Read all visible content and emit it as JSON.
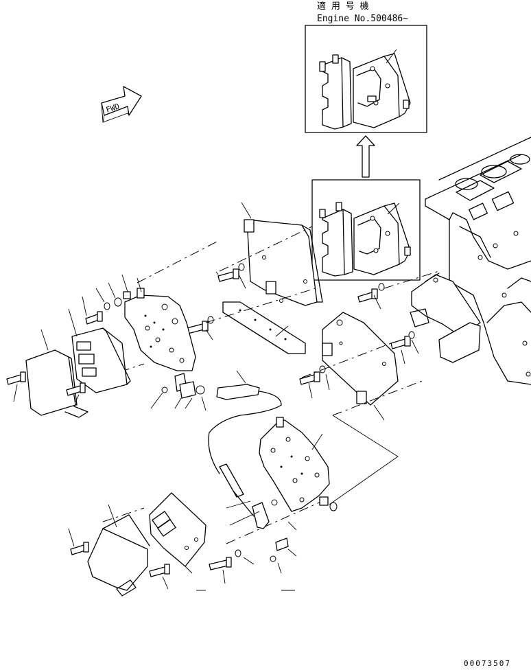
{
  "header": {
    "applicability_jp": "適 用 号 機",
    "engine_no": "Engine No.500486~"
  },
  "fwd_label": "FWD",
  "figure_code": "00073507"
}
